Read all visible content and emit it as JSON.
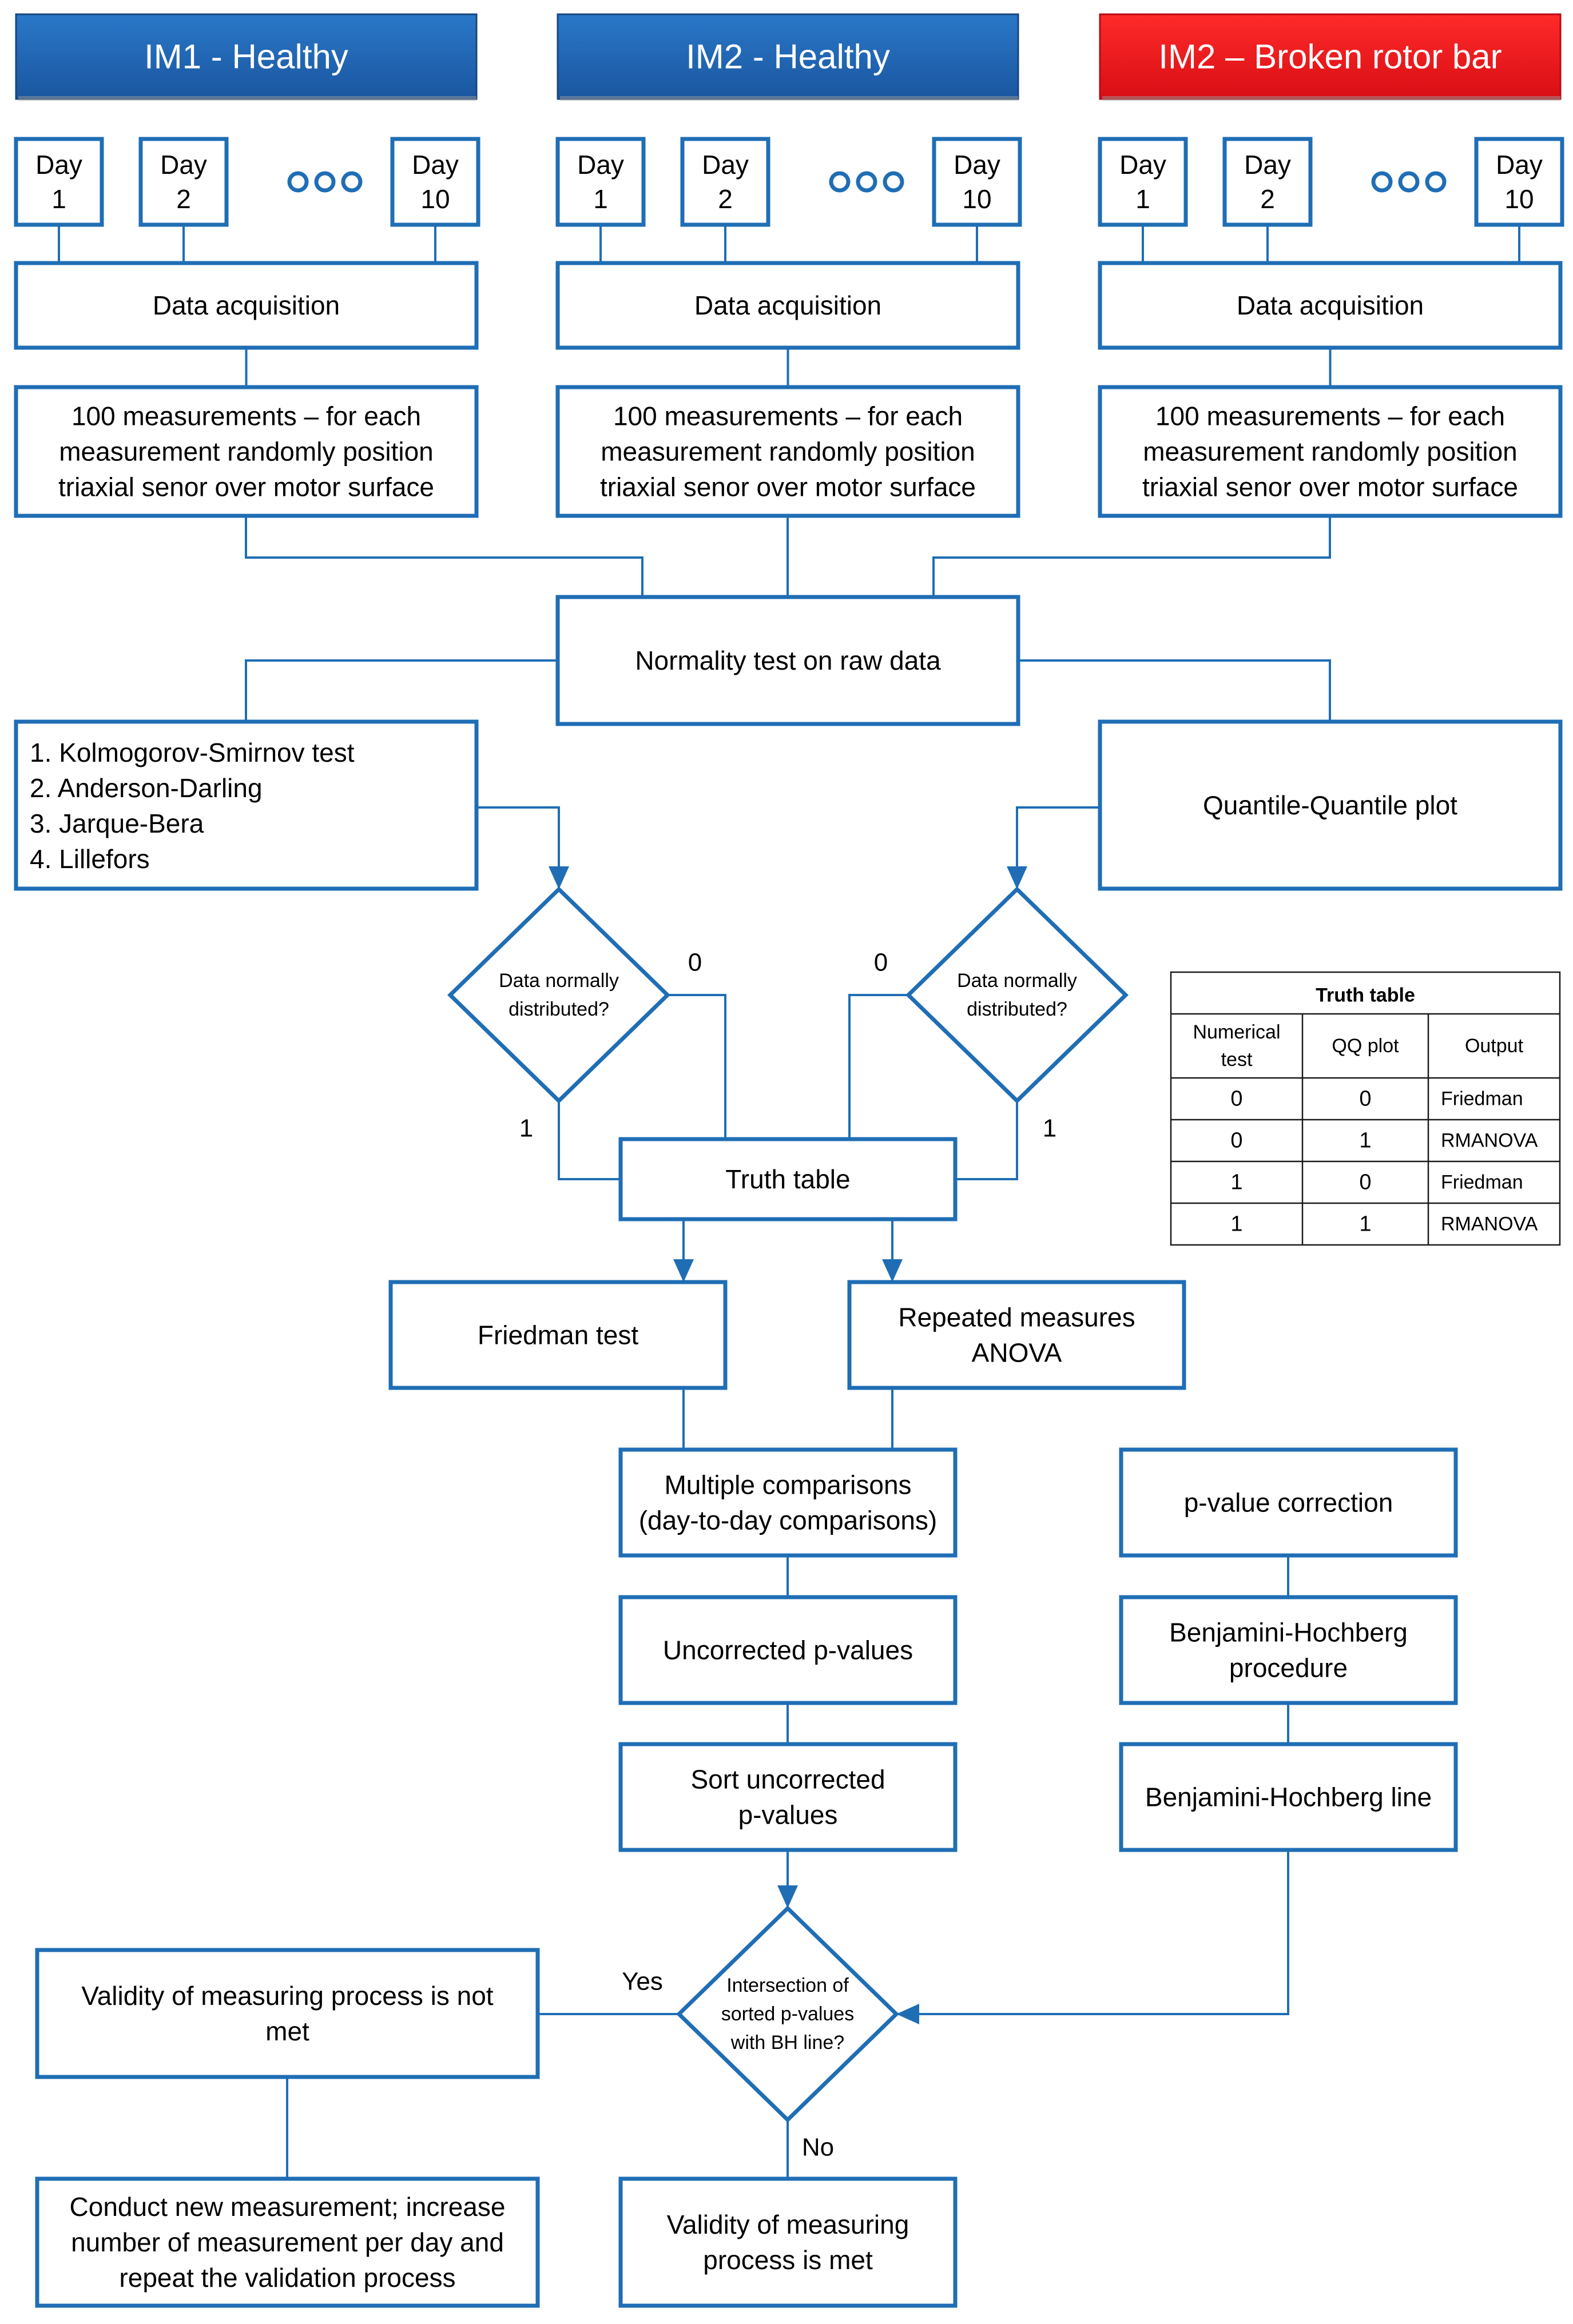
{
  "colors": {
    "box_border": "#1f6eb5",
    "line": "#1f6eb5",
    "header_blue": "#1f5fa8",
    "header_red": "#e8141c",
    "text": "#000000"
  },
  "icons": {
    "ellipsis": "three-circles-icon",
    "arrow": "arrowhead-icon"
  },
  "groups": [
    {
      "title": "IM1 - Healthy",
      "days": [
        [
          "Day",
          "1"
        ],
        [
          "Day",
          "2"
        ],
        [
          "Day",
          "10"
        ]
      ],
      "acquisition": "Data acquisition",
      "measurements": [
        "100 measurements – for each",
        "measurement randomly position",
        "triaxial senor over motor surface"
      ]
    },
    {
      "title": "IM2 - Healthy",
      "days": [
        [
          "Day",
          "1"
        ],
        [
          "Day",
          "2"
        ],
        [
          "Day",
          "10"
        ]
      ],
      "acquisition": "Data acquisition",
      "measurements": [
        "100 measurements – for each",
        "measurement randomly position",
        "triaxial senor over motor surface"
      ]
    },
    {
      "title": "IM2 – Broken rotor bar",
      "days": [
        [
          "Day",
          "1"
        ],
        [
          "Day",
          "2"
        ],
        [
          "Day",
          "10"
        ]
      ],
      "acquisition": "Data acquisition",
      "measurements": [
        "100 measurements – for each",
        "measurement randomly position",
        "triaxial senor over motor surface"
      ]
    }
  ],
  "normality": "Normality test on raw data",
  "tests_list": [
    "1. Kolmogorov-Smirnov test",
    "2. Anderson-Darling",
    "3. Jarque-Bera",
    "4. Lillefors"
  ],
  "qq_plot": "Quantile-Quantile plot",
  "decision_numeric": [
    "Data normally",
    "distributed?"
  ],
  "decision_qq": [
    "Data normally",
    "distributed?"
  ],
  "edge_labels": {
    "zero": "0",
    "one": "1",
    "yes": "Yes",
    "no": "No"
  },
  "truth_table_box": "Truth table",
  "truth_table": {
    "title": "Truth table",
    "headers": [
      [
        "Numerical",
        "test"
      ],
      [
        "QQ plot"
      ],
      [
        "Output"
      ]
    ],
    "rows": [
      [
        "0",
        "0",
        "Friedman"
      ],
      [
        "0",
        "1",
        "RMANOVA"
      ],
      [
        "1",
        "0",
        "Friedman"
      ],
      [
        "1",
        "1",
        "RMANOVA"
      ]
    ]
  },
  "friedman": [
    "Friedman test"
  ],
  "rmanova": [
    "Repeated measures",
    "ANOVA"
  ],
  "multiple_comparisons": [
    "Multiple comparisons",
    "(day-to-day comparisons)"
  ],
  "uncorrected": [
    "Uncorrected p-values"
  ],
  "sort_uncorrected": [
    "Sort uncorrected",
    "p-values"
  ],
  "pvalue_correction": [
    "p-value correction"
  ],
  "bh_procedure": [
    "Benjamini-Hochberg",
    "procedure"
  ],
  "bh_line": [
    "Benjamini-Hochberg line"
  ],
  "decision_intersection": [
    "Intersection of",
    "sorted p-values",
    "with BH line?"
  ],
  "not_met": [
    "Validity of measuring process is not",
    "met"
  ],
  "new_measurement": [
    "Conduct new measurement; increase",
    "number of measurement per day and",
    "repeat the validation process"
  ],
  "met": [
    "Validity of measuring",
    "process is met"
  ]
}
